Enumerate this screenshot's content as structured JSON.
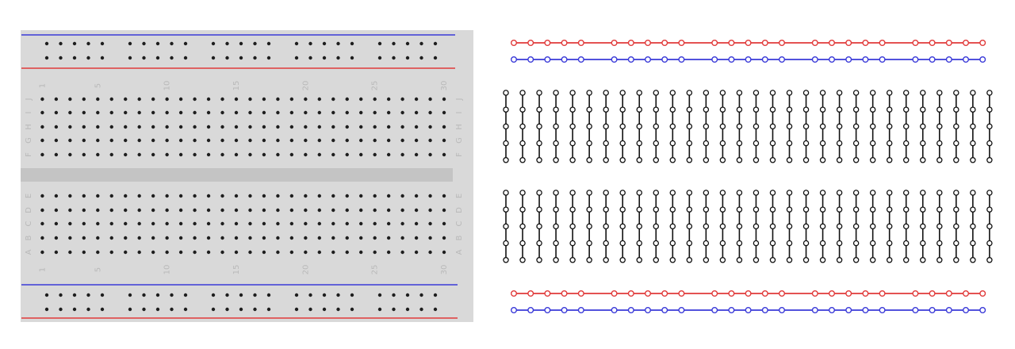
{
  "breadboard": {
    "column_numbers": [
      "1",
      "5",
      "10",
      "15",
      "20",
      "25",
      "30"
    ],
    "column_number_positions": [
      1,
      5,
      10,
      15,
      20,
      25,
      30
    ],
    "row_letters_top": [
      "J",
      "I",
      "H",
      "G",
      "F"
    ],
    "row_letters_bottom": [
      "E",
      "D",
      "C",
      "B",
      "A"
    ],
    "columns": 30,
    "rail_groups": 5,
    "holes_per_rail_group": 5
  },
  "colors": {
    "board": "#d9d9d9",
    "board_edge": "#cfcfcf",
    "center_channel": "#c4c4c4",
    "hole": "#1e1e1e",
    "label": "#b9b9b9",
    "rail_red": "#e03a3a",
    "rail_blue": "#3a3ad8",
    "strip": "#111111"
  },
  "schematic": {
    "columns": 30,
    "holes_per_strip": 5,
    "rail_nodes": 25,
    "rail_group_size": 5
  }
}
